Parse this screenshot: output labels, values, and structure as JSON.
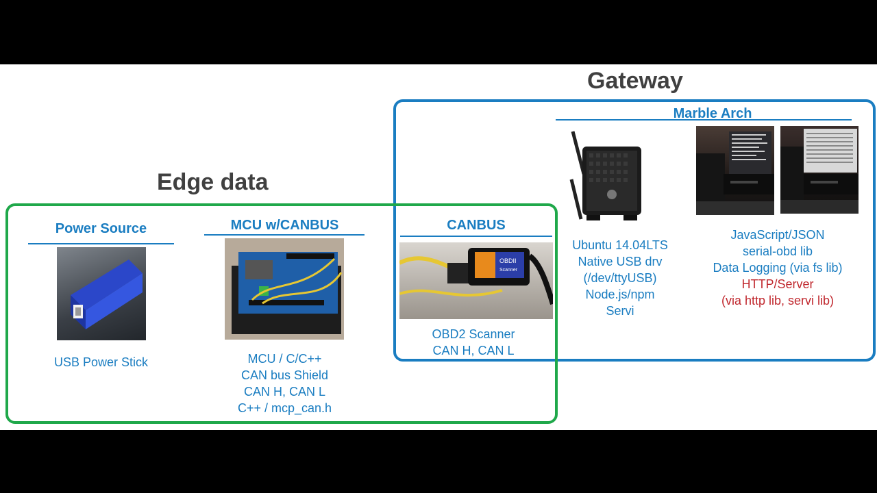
{
  "edge": {
    "title": "Edge data",
    "power": {
      "title": "Power Source",
      "caption": "USB Power Stick"
    },
    "mcu": {
      "title": "MCU w/CANBUS",
      "lines": [
        "MCU / C/C++",
        "CAN bus Shield",
        "CAN H, CAN L",
        "C++ / mcp_can.h"
      ]
    }
  },
  "canbus": {
    "title": "CANBUS",
    "lines": [
      "OBD2 Scanner",
      "CAN H, CAN L"
    ],
    "device_label_1": "OBDII",
    "device_label_2": "Scanner"
  },
  "gateway": {
    "title": "Gateway",
    "marble": {
      "title": "Marble Arch",
      "left_lines": [
        "Ubuntu 14.04LTS",
        "Native USB drv",
        "(/dev/ttyUSB)",
        "Node.js/npm",
        "Servi"
      ],
      "right_lines": [
        "JavaScript/JSON",
        "serial-obd lib",
        "Data Logging (via fs lib)",
        "HTTP/Server",
        "(via http lib, servi lib)"
      ]
    }
  },
  "colors": {
    "edge_border": "#1fa84a",
    "gateway_border": "#1a7dc1",
    "heading": "#1a7dc1",
    "highlight": "#c0272d"
  }
}
